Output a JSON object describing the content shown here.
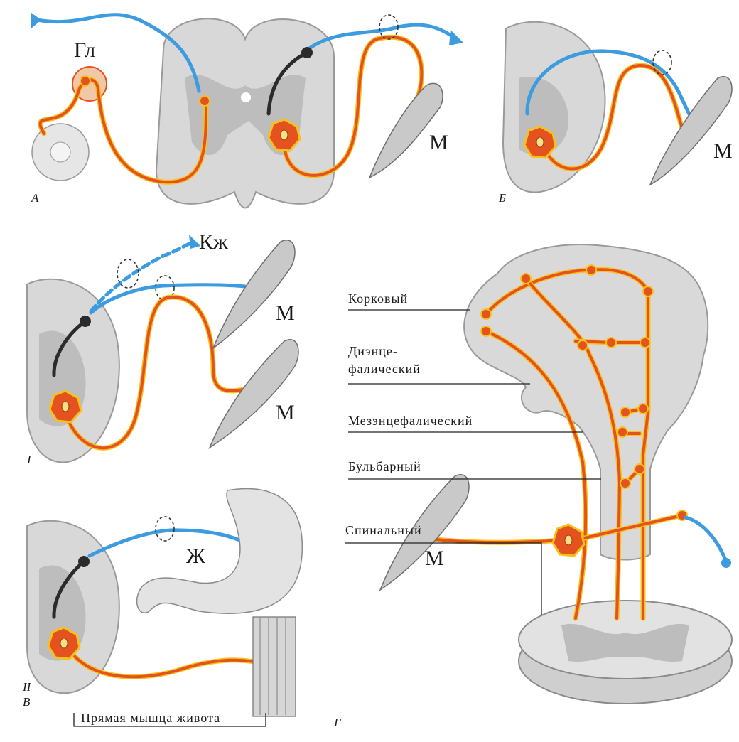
{
  "panels": {
    "a": {
      "letter": "А",
      "ganglion_label": "Гл",
      "muscle_label": "М"
    },
    "b": {
      "letter": "Б",
      "muscle_label": "М"
    },
    "v": {
      "roman1": "I",
      "roman2": "II",
      "letter": "В",
      "skin_label": "Кж",
      "muscle_label_1": "М",
      "muscle_label_2": "М",
      "stomach_label": "Ж",
      "rectus_label": "Прямая мышца живота"
    },
    "g": {
      "letter": "Г",
      "muscle_label": "М",
      "levels": [
        "Корковый",
        "Диэнце-",
        "фалический",
        "Мезэнцефалический",
        "Бульбарный",
        "Спинальный"
      ]
    }
  },
  "colors": {
    "motor": "#e4531f",
    "motor_outline": "#f6c21a",
    "sensory": "#3d9be0",
    "interneuron": "#2b2b2b",
    "tissue": "#d8d8d8"
  }
}
